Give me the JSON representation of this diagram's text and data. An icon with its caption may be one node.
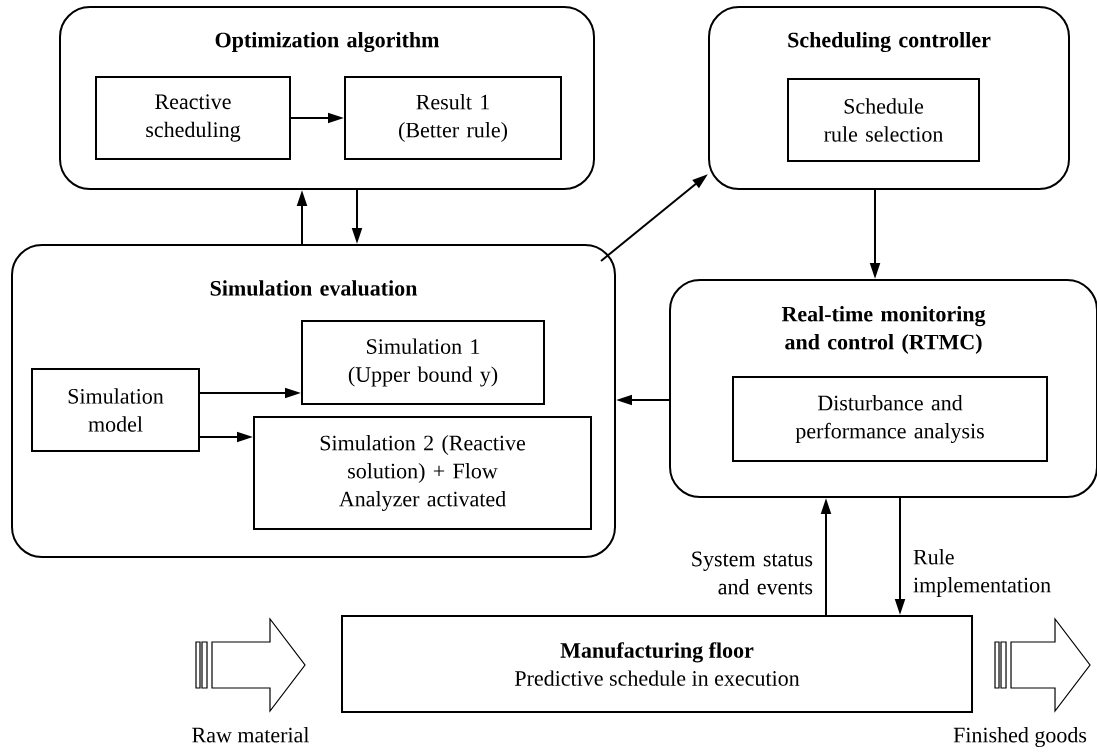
{
  "diagram": {
    "nodes": [
      {
        "text": [
          "Optimization algorithm"
        ]
      },
      {
        "text": [
          "Reactive scheduling"
        ],
        "in": 0
      },
      {
        "text": [
          "Result 1 (Better rule)"
        ],
        "in": 0
      },
      {
        "text": [
          "Scheduling controller"
        ]
      },
      {
        "text": [
          "Schedule rule selection"
        ],
        "in": 3
      },
      {
        "text": [
          "Simulation evaluation"
        ]
      },
      {
        "text": [
          "Simulation model"
        ],
        "in": 5
      },
      {
        "text": [
          "Simulation 1 (Upper bound y)"
        ],
        "in": 5
      },
      {
        "text": [
          "Simulation 2 (Reactive solution) + Flow Analyzer activated"
        ],
        "in": 5
      },
      {
        "text": [
          "Real-time monitoring and control (RTMC)"
        ]
      },
      {
        "text": [
          "Disturbance and performance analysis"
        ],
        "in": 9
      },
      {
        "text": [
          "Manufacturing floor",
          "Predictive schedule in execution"
        ]
      },
      {
        "text": [],
        "shape": "arrow",
        "beside": [
          "Raw material"
        ]
      },
      {
        "text": [],
        "shape": "arrow",
        "beside": [
          "Finished goods"
        ]
      }
    ],
    "edges": [
      {
        "from": 1,
        "to": 2,
        "arrow": "to"
      },
      {
        "from": 5,
        "to": 0,
        "arrow": "to"
      },
      {
        "from": 0,
        "to": 5,
        "arrow": "to"
      },
      {
        "from": 5,
        "to": 3,
        "arrow": "to"
      },
      {
        "from": 3,
        "to": 9,
        "arrow": "to"
      },
      {
        "from": 9,
        "to": 5,
        "arrow": "to"
      },
      {
        "from": 6,
        "to": 7,
        "arrow": "to"
      },
      {
        "from": 6,
        "to": 8,
        "arrow": "to"
      },
      {
        "from": 11,
        "to": 9,
        "arrow": "to",
        "label": "System status and events"
      },
      {
        "from": 9,
        "to": 11,
        "arrow": "to",
        "label": "Rule implementation"
      }
    ]
  }
}
